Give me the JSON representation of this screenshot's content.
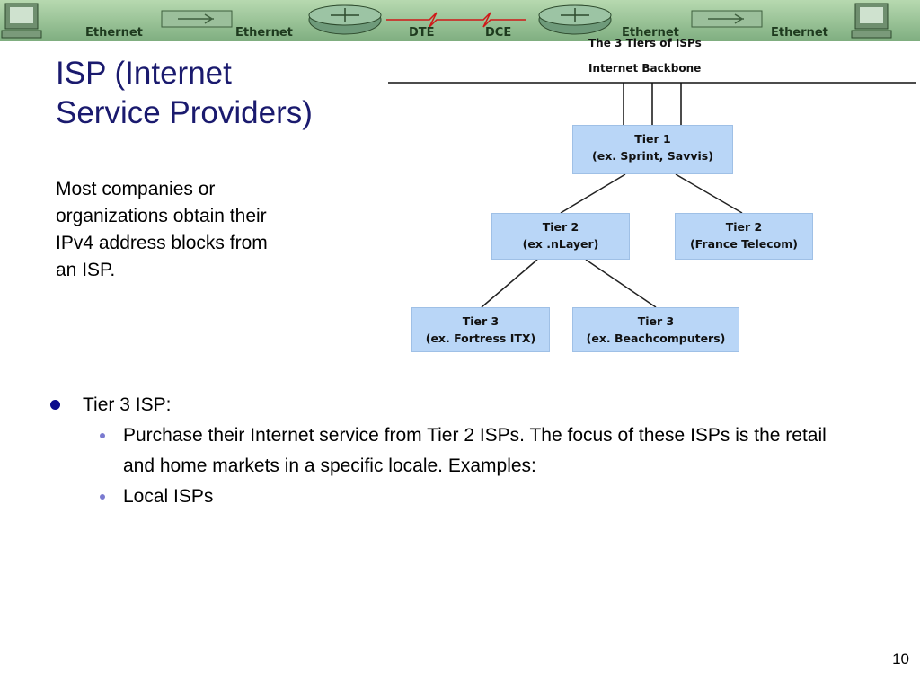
{
  "banner": {
    "labels": [
      "Ethernet",
      "Ethernet",
      "DTE",
      "DCE",
      "Ethernet",
      "Ethernet"
    ]
  },
  "slide": {
    "title_line1": "ISP (Internet",
    "title_line2": "Service Providers)",
    "intro": "Most companies or organizations obtain their IPv4 address blocks from an ISP."
  },
  "diagram": {
    "heading": "The 3 Tiers of ISPs",
    "backbone": "Internet Backbone",
    "tier1": {
      "name": "Tier 1",
      "example": "(ex. Sprint, Savvis)"
    },
    "tier2a": {
      "name": "Tier 2",
      "example": "(ex .nLayer)"
    },
    "tier2b": {
      "name": "Tier 2",
      "example": "(France Telecom)"
    },
    "tier3a": {
      "name": "Tier 3",
      "example": "(ex. Fortress ITX)"
    },
    "tier3b": {
      "name": "Tier 3",
      "example": "(ex. Beachcomputers)"
    }
  },
  "bullets": {
    "level1": "Tier 3 ISP:",
    "level2": [
      "Purchase their Internet service from Tier 2 ISPs. The focus of these ISPs is the retail and home markets in a specific locale. Examples:",
      "Local ISPs"
    ]
  },
  "page_number": "10",
  "colors": {
    "banner_bg": "#8fbf8f",
    "tier_box": "#b9d6f7",
    "title": "#1a1a6e",
    "bullet": "#0a0a8c"
  }
}
